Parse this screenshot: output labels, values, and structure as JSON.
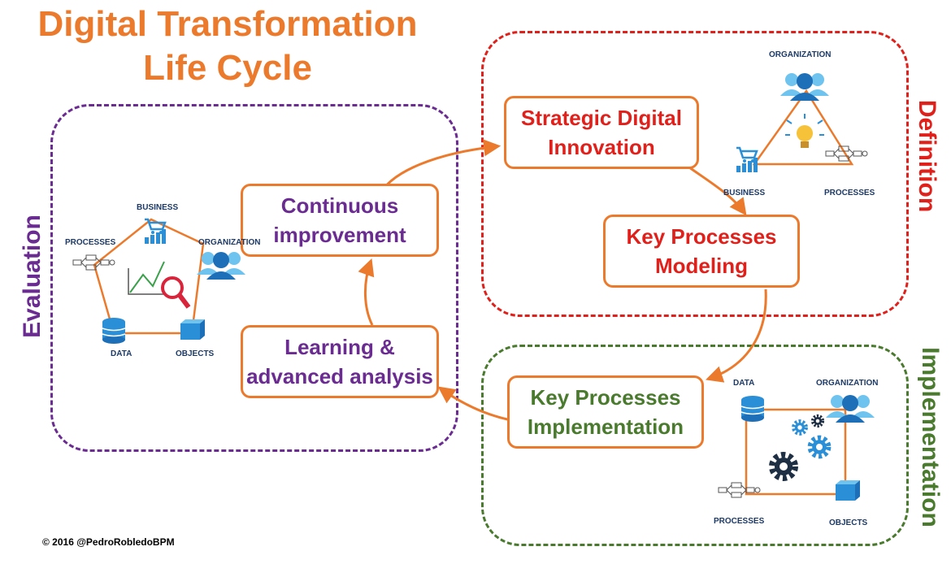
{
  "title": {
    "line1": "Digital Transformation",
    "line2": "Life Cycle"
  },
  "zones": {
    "evaluation": "Evaluation",
    "definition": "Definition",
    "implementation": "Implementation"
  },
  "steps": {
    "strategic_innovation": "Strategic Digital\nInnovation",
    "key_modeling": "Key Processes\nModeling",
    "key_implementation": "Key Processes\nImplementation",
    "learning": "Learning &\nadvanced analysis",
    "continuous": "Continuous\nimprovement"
  },
  "icons": {
    "evaluation": {
      "business": "BUSINESS",
      "processes": "PROCESSES",
      "organization": "ORGANIZATION",
      "data": "DATA",
      "objects": "OBJECTS"
    },
    "definition": {
      "organization": "ORGANIZATION",
      "business": "BUSINESS",
      "processes": "PROCESSES"
    },
    "implementation": {
      "data": "DATA",
      "organization": "ORGANIZATION",
      "processes": "PROCESSES",
      "objects": "OBJECTS"
    }
  },
  "colors": {
    "orange": "#ec7a2c",
    "purple": "#6a2c91",
    "red": "#e0201b",
    "green": "#4a7a2e",
    "blue": "#2a8fd6"
  },
  "footer": "© 2016 @PedroRobledoBPM"
}
